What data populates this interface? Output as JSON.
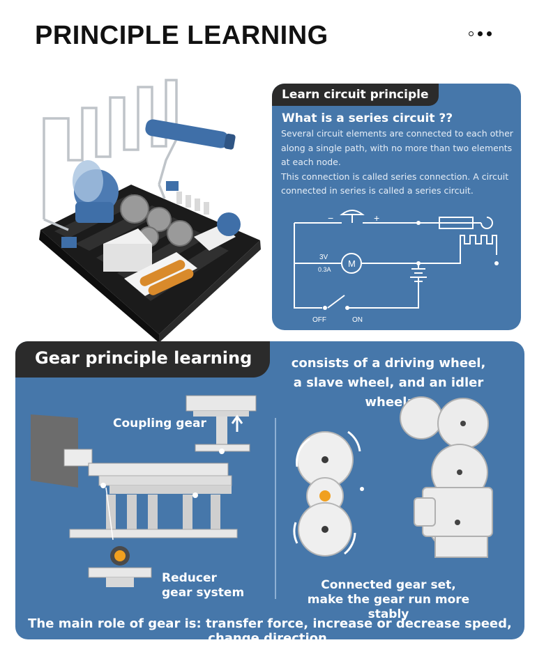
{
  "header": {
    "title": "PRINCIPLE LEARNING"
  },
  "circuit": {
    "tab": "Learn circuit principle",
    "heading": "What is a series circuit ??",
    "body_1": "Several circuit elements are connected to each other along a single path, with no more than two elements at each node.",
    "body_2": "This connection is called series connection. A circuit connected in series is called a series circuit.",
    "labels": {
      "minus": "−",
      "plus": "+",
      "voltage": "3V",
      "current": "0.3A",
      "motor": "M",
      "off": "OFF",
      "on": "ON"
    }
  },
  "gear": {
    "tab": "Gear principle learning",
    "desc_1": "consists of a driving wheel,",
    "desc_2": "a slave wheel, and an idler wheel;",
    "coupling": "Coupling gear",
    "reducer_1": "Reducer",
    "reducer_2": "gear system",
    "connected_1": "Connected gear set,",
    "connected_2": "make the gear run more stably",
    "main_role": "The main role of gear is: transfer force, increase or decrease speed, change direction."
  },
  "colors": {
    "panel_blue": "#4677aa",
    "tab_dark": "#2b2b2b",
    "gear_gray": "#e8e8e8",
    "kit_blue": "#3f6fa8"
  }
}
